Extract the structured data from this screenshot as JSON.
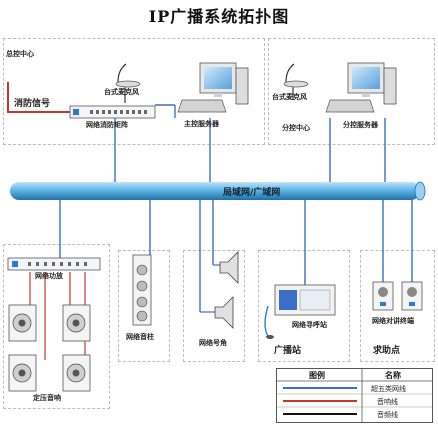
{
  "title": "IP广播系统拓扑图",
  "main_center": {
    "label": "总控中心",
    "fire_signal": "消防信号",
    "desk_mic": "台式麦克风",
    "matrix": "网络消防矩阵",
    "server": "主控服务器"
  },
  "sub_center": {
    "label": "分控中心",
    "desk_mic": "台式麦克风",
    "server": "分控服务器"
  },
  "network": {
    "label": "局域网/广域网"
  },
  "terminals": {
    "amplifier": "网络功放",
    "speakers": "定压音响",
    "column_speaker": "网络音柱",
    "horn": "网络号角",
    "paging_station": "网络寻呼站",
    "paging_station_group": "广播站",
    "intercom": "网络对讲终端",
    "help_point": "求助点"
  },
  "legend": {
    "col_symbol": "图例",
    "col_name": "名称",
    "items": [
      {
        "name": "超五类网线",
        "color": "#3b6fc9"
      },
      {
        "name": "音响线",
        "color": "#c0392b"
      },
      {
        "name": "音频线",
        "color": "#111111"
      }
    ]
  }
}
